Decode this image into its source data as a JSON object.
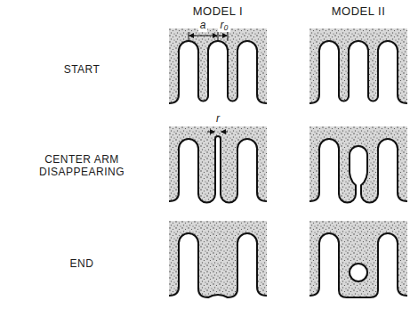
{
  "diagram": {
    "labels": [
      "MODEL I",
      "MODEL II",
      "START",
      "CENTER ARM DISAPPEARING",
      "END",
      "a",
      "r₀",
      "r"
    ]
  }
}
